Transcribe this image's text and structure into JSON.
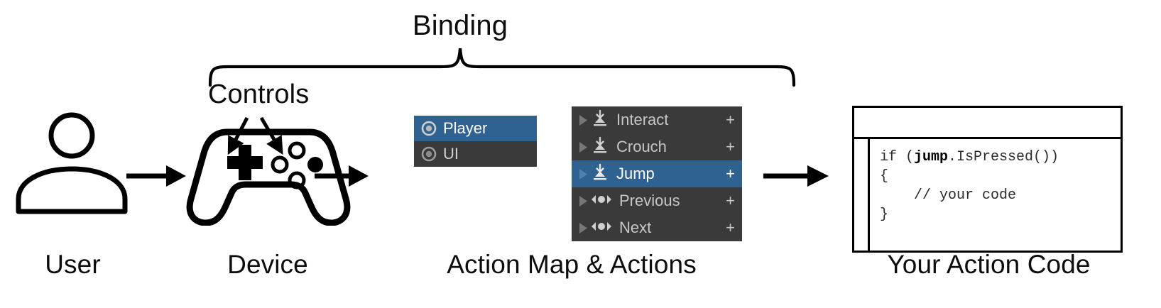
{
  "diagram": {
    "title_brace_label": "Binding",
    "controls_label": "Controls",
    "stages": [
      {
        "id": "user",
        "caption": "User"
      },
      {
        "id": "device",
        "caption": "Device"
      },
      {
        "id": "panels",
        "caption": "Action Map & Actions"
      },
      {
        "id": "code",
        "caption": "Your Action Code"
      }
    ]
  },
  "action_maps": {
    "items": [
      {
        "label": "Player",
        "icon": "action-asset-icon",
        "selected": true
      },
      {
        "label": "UI",
        "icon": "action-asset-icon",
        "selected": false
      }
    ]
  },
  "actions": {
    "add_label": "+",
    "items": [
      {
        "label": "Interact",
        "icon": "button-action-icon",
        "selected": false
      },
      {
        "label": "Crouch",
        "icon": "button-action-icon",
        "selected": false
      },
      {
        "label": "Jump",
        "icon": "button-action-icon",
        "selected": true
      },
      {
        "label": "Previous",
        "icon": "axis-action-icon",
        "selected": false
      },
      {
        "label": "Next",
        "icon": "axis-action-icon",
        "selected": false
      }
    ]
  },
  "code": {
    "line1_prefix": "if (",
    "line1_bold": "jump",
    "line1_suffix": ".IsPressed())",
    "line2": "{",
    "line3": "    // your code",
    "line4": "}"
  },
  "colors": {
    "selection_blue": "#2f6291",
    "panel_dark": "#3a3a3a",
    "panel_text": "#c6c6c6",
    "ink": "#000000"
  }
}
